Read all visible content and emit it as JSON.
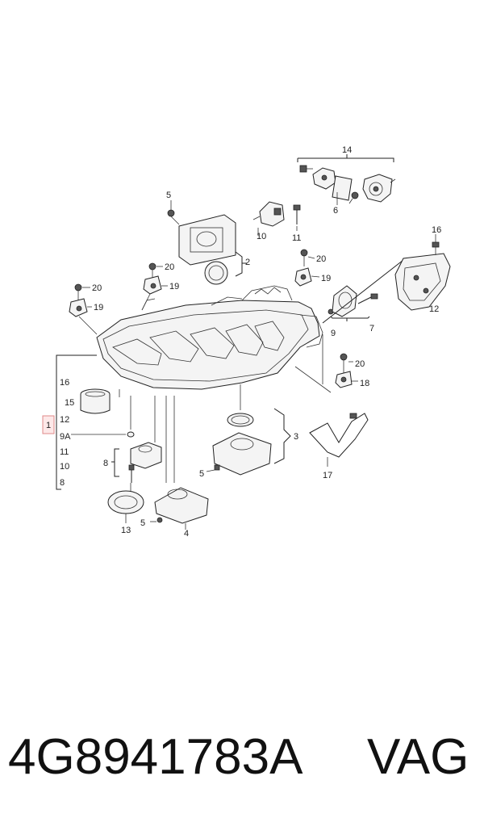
{
  "diagram": {
    "callouts": {
      "c1": "1",
      "c2": "2",
      "c3": "3",
      "c4": "4",
      "c5a": "5",
      "c5b": "5",
      "c5c": "5",
      "c6": "6",
      "c7": "7",
      "c8": "8",
      "c8b": "8",
      "c9": "9",
      "c9a": "9A",
      "c10": "10",
      "c10b": "10",
      "c11": "11",
      "c11b": "11",
      "c12": "12",
      "c12b": "12",
      "c13": "13",
      "c14": "14",
      "c15": "15",
      "c16": "16",
      "c16b": "16",
      "c17": "17",
      "c18": "18",
      "c19a": "19",
      "c19b": "19",
      "c19c": "19",
      "c20a": "20",
      "c20b": "20",
      "c20c": "20",
      "c20d": "20"
    }
  },
  "footer": {
    "part_number": "4G8941783A",
    "brand": "VAG"
  }
}
